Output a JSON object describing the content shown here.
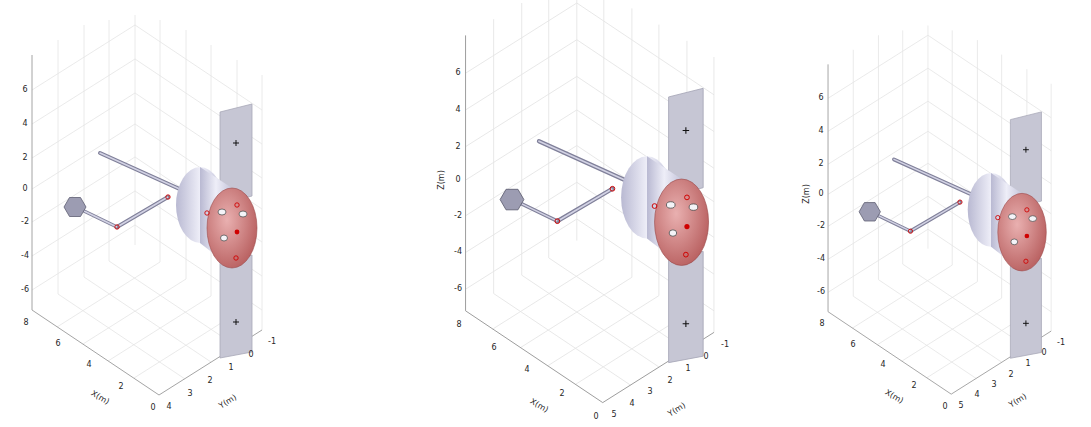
{
  "diagram": {
    "labels": [
      "6",
      "4",
      "2",
      "0",
      "-2",
      "-4",
      "-6",
      "8",
      "6",
      "4",
      "2",
      "0",
      "X(m)",
      "4",
      "3",
      "2",
      "1",
      "0",
      "-1",
      "Y(m)",
      "Z(m)",
      "6",
      "4",
      "2",
      "0",
      "-2",
      "-4",
      "-6",
      "8",
      "6",
      "4",
      "2",
      "0",
      "X(m)",
      "5",
      "4",
      "3",
      "2",
      "1",
      "0",
      "-1",
      "Y(m)",
      "Z(m)",
      "6",
      "4",
      "2",
      "0",
      "-2",
      "-4",
      "-6",
      "8",
      "6",
      "4",
      "2",
      "0",
      "X(m)",
      "5",
      "4",
      "3",
      "2",
      "1",
      "0",
      "-1",
      "Y(m)"
    ]
  }
}
